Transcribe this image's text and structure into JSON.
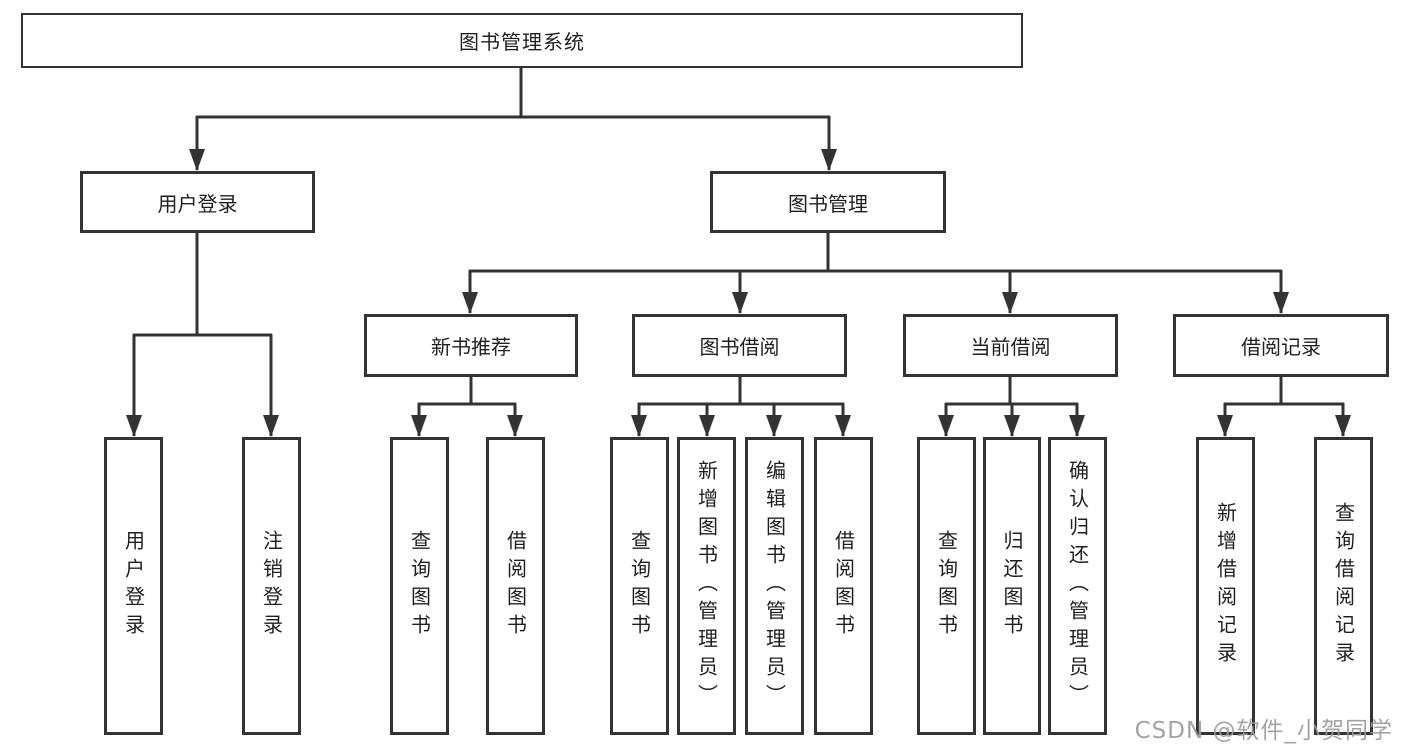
{
  "tree": {
    "root": "图书管理系统",
    "branches": [
      {
        "label": "用户登录",
        "children": [
          "用户登录",
          "注销登录"
        ]
      },
      {
        "label": "图书管理",
        "sub": [
          {
            "label": "新书推荐",
            "children": [
              "查询图书",
              "借阅图书"
            ]
          },
          {
            "label": "图书借阅",
            "children": [
              "查询图书",
              "新增图书（管理员）",
              "编辑图书（管理员）",
              "借阅图书"
            ]
          },
          {
            "label": "当前借阅",
            "children": [
              "查询图书",
              "归还图书",
              "确认归还（管理员）"
            ]
          },
          {
            "label": "借阅记录",
            "children": [
              "新增借阅记录",
              "查询借阅记录"
            ]
          }
        ]
      }
    ]
  },
  "watermark": {
    "text": "CSDN @软件_小贺同学"
  },
  "colors": {
    "line": "#333333",
    "box_border": "#333333",
    "text": "#1f1f1f",
    "background": "#ffffff",
    "watermark": "#9e9a9a"
  }
}
